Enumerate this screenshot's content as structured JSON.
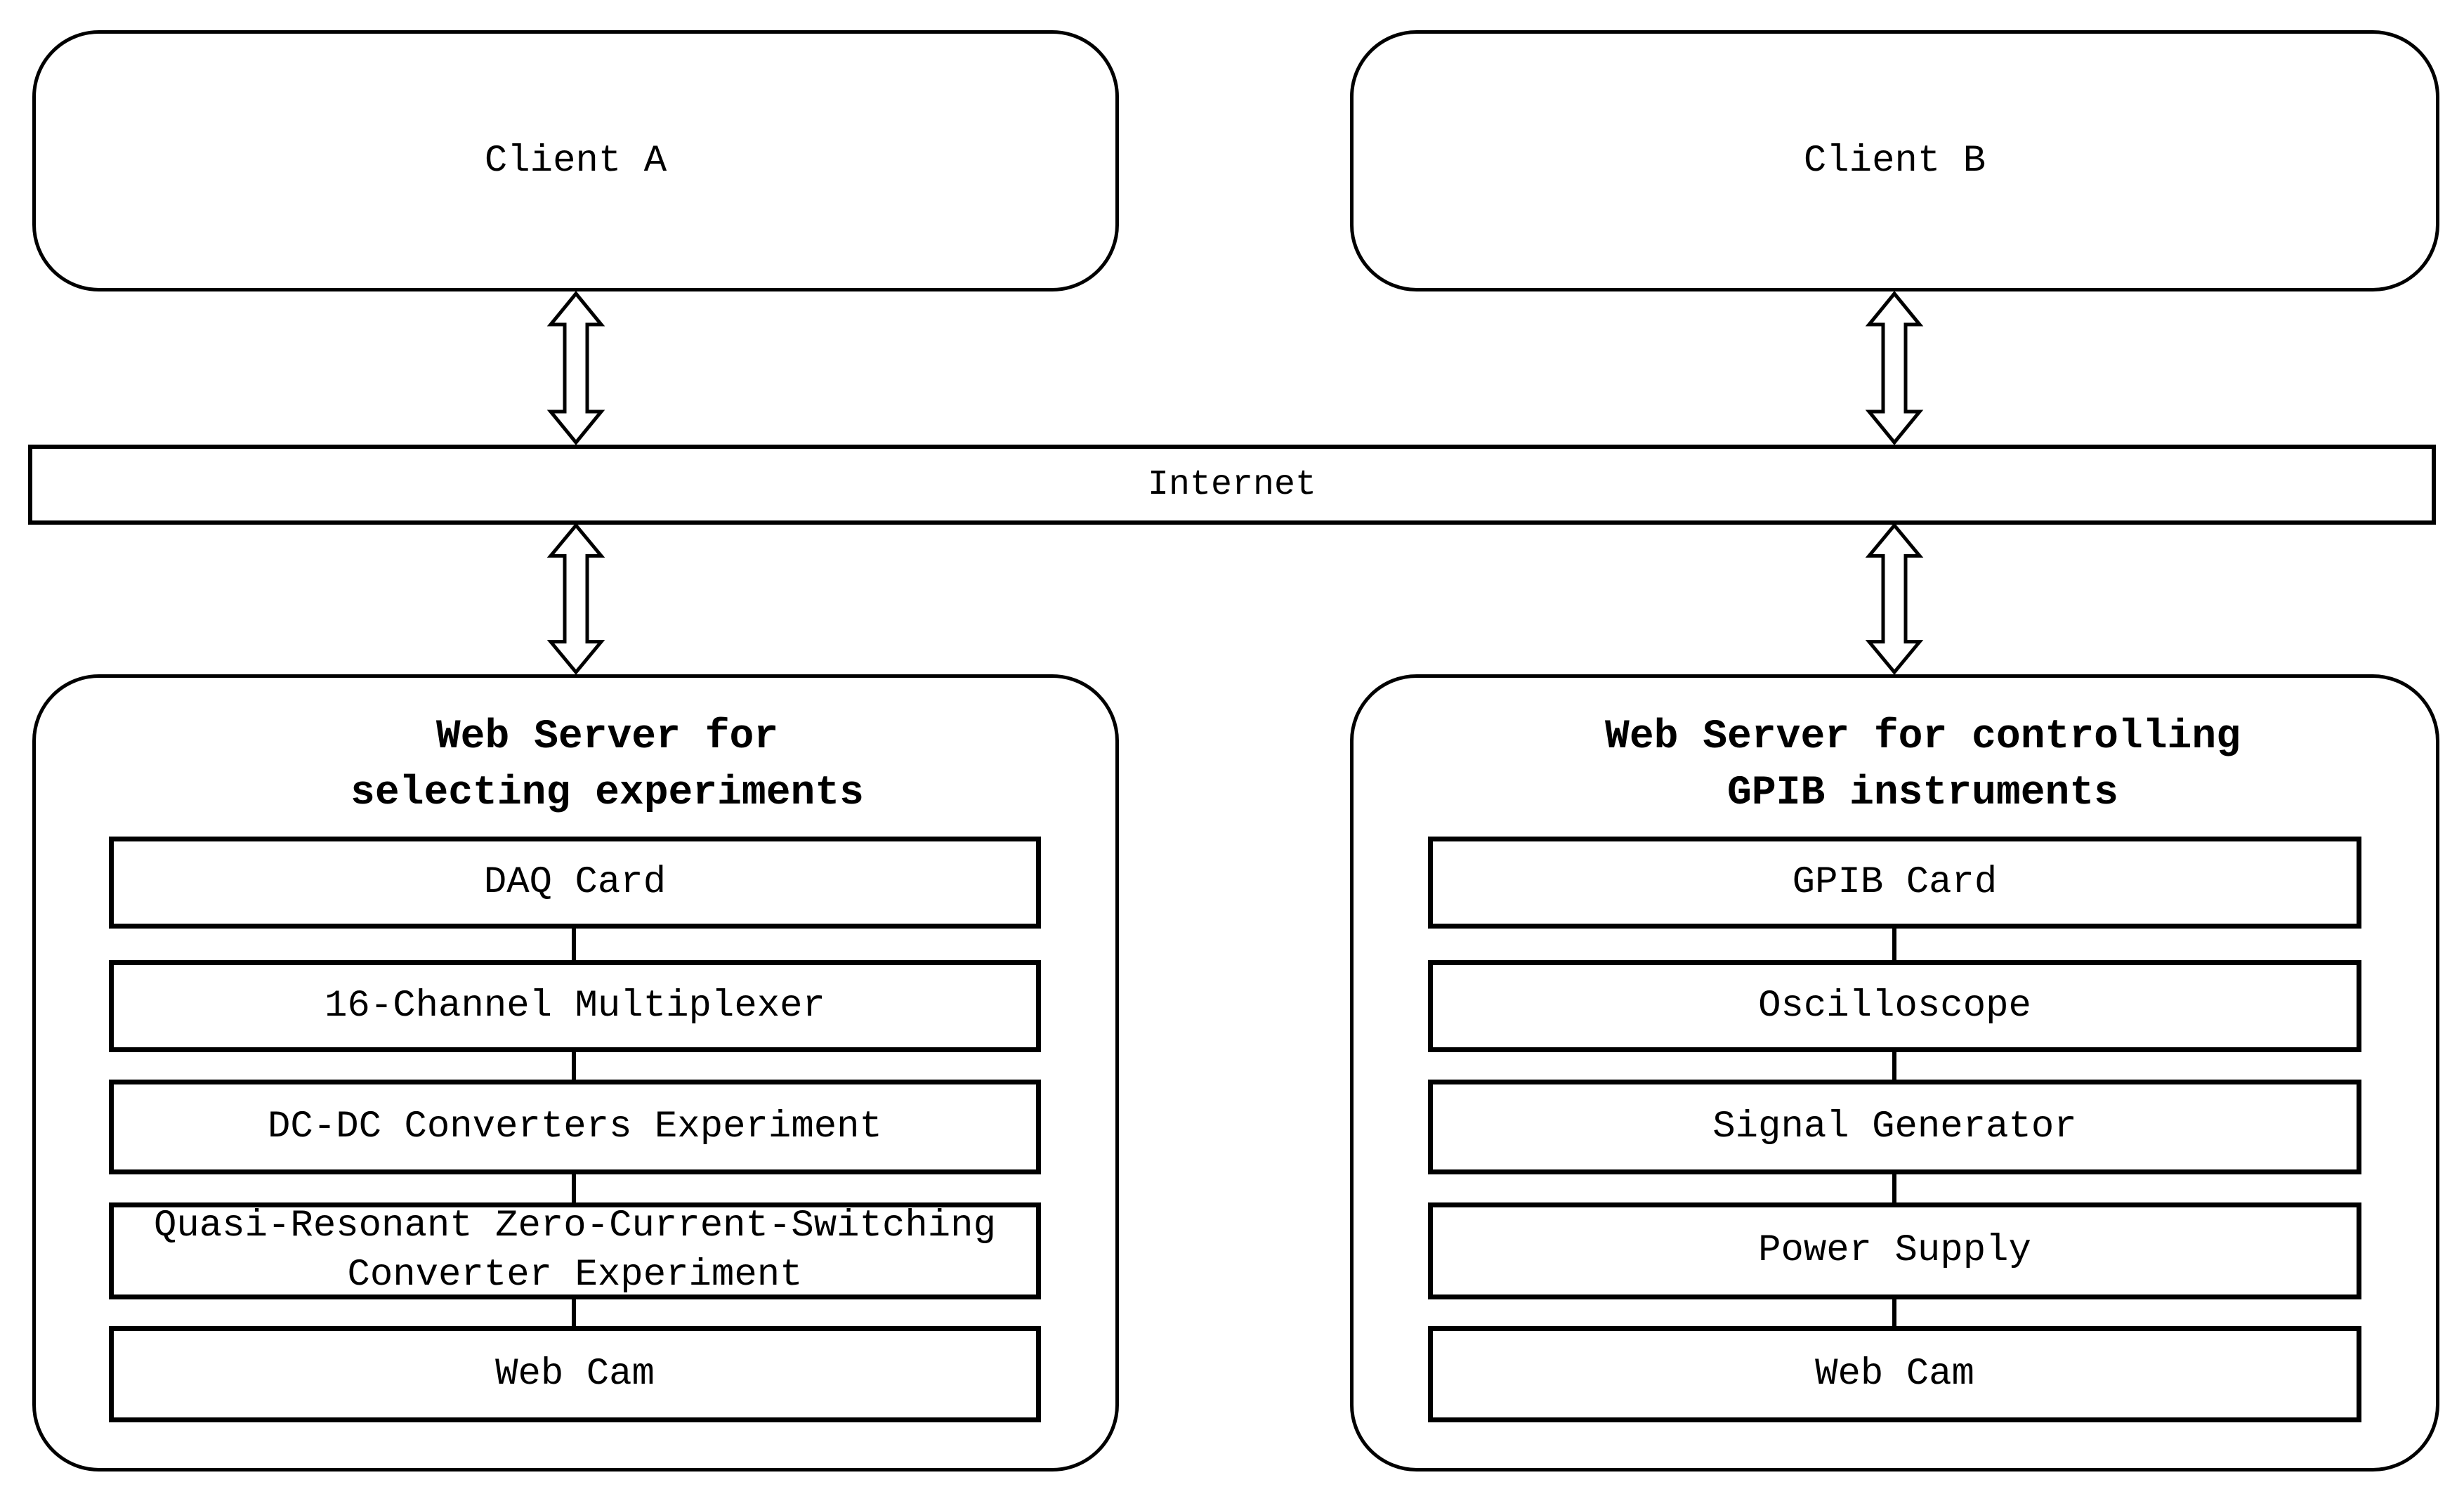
{
  "diagram": {
    "background": "#ffffff",
    "line_color": "#000000",
    "clients": [
      {
        "label": "Client A"
      },
      {
        "label": "Client B"
      }
    ],
    "internet": {
      "label": "Internet"
    },
    "servers": [
      {
        "title": "Web Server for\nselecting experiments",
        "components": [
          {
            "label": "DAQ Card"
          },
          {
            "label": "16-Channel Multiplexer"
          },
          {
            "label": "DC-DC Converters Experiment"
          },
          {
            "label": "Quasi-Resonant Zero-Current-Switching\nConverter Experiment"
          },
          {
            "label": "Web Cam"
          }
        ]
      },
      {
        "title": "Web Server for controlling\nGPIB instruments",
        "components": [
          {
            "label": "GPIB Card"
          },
          {
            "label": "Oscilloscope"
          },
          {
            "label": "Signal Generator"
          },
          {
            "label": "Power Supply"
          },
          {
            "label": "Web Cam"
          }
        ]
      }
    ]
  }
}
